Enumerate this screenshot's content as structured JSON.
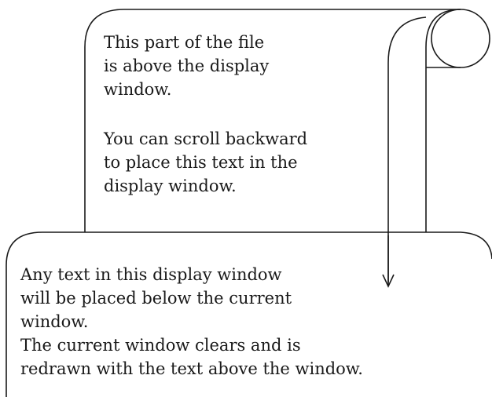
{
  "upper_panel": {
    "lines": [
      "This part of the file",
      "is above the display",
      "window.",
      "",
      "You can scroll backward",
      "to place this text in the",
      "display window."
    ]
  },
  "lower_panel": {
    "lines": [
      "Any text in this display window",
      "will be placed below the current",
      "window.",
      "The current window clears and is",
      "redrawn with the text above the window."
    ]
  },
  "colors": {
    "ink": "#1a1a1a",
    "background": "#ffffff"
  }
}
